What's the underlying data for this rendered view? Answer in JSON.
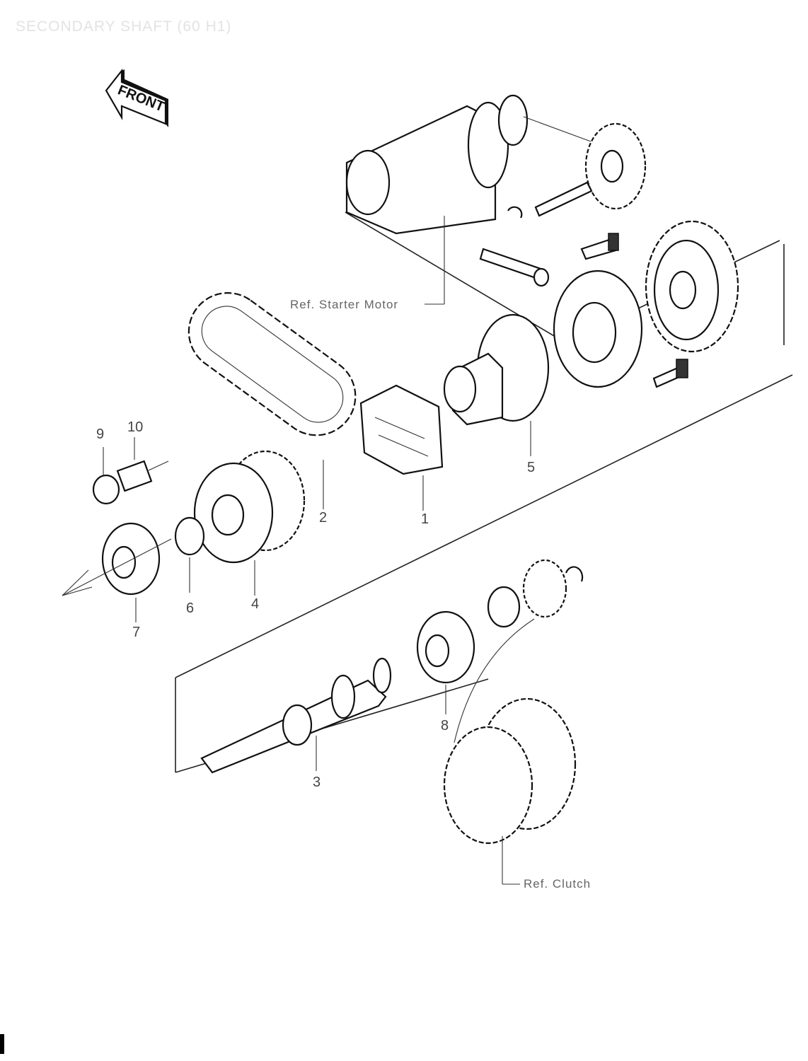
{
  "diagram": {
    "title": "SECONDARY SHAFT (60 H1)",
    "front_badge": "FRONT",
    "refs": {
      "starter_motor": "Ref. Starter Motor",
      "clutch": "Ref. Clutch"
    },
    "callouts": {
      "c1": "1",
      "c2": "2",
      "c3": "3",
      "c4": "4",
      "c5": "5",
      "c6": "6",
      "c7": "7",
      "c8": "8",
      "c9": "9",
      "c10": "10"
    }
  }
}
